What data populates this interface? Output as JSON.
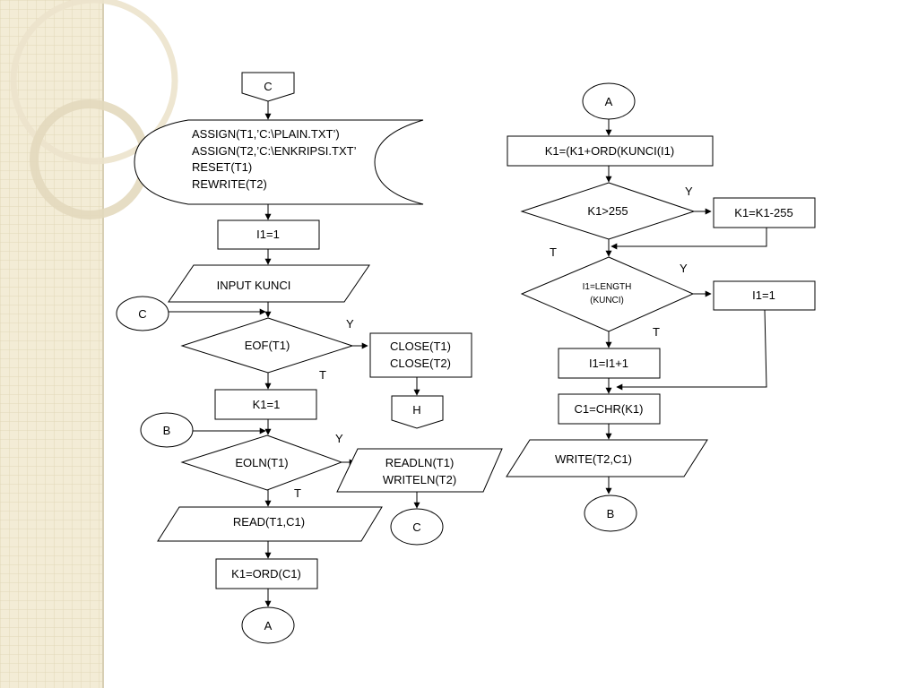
{
  "flowchart": {
    "start_connector": "C",
    "assign_lines": [
      "ASSIGN(T1,’C:\\PLAIN.TXT’)",
      "ASSIGN(T2,’C:\\ENKRIPSI.TXT’",
      "RESET(T1)",
      "REWRITE(T2)"
    ],
    "init_i1": "I1=1",
    "input_kunci": "INPUT KUNCI",
    "connector_c_left": "C",
    "eof_check": "EOF(T1)",
    "label_y1": "Y",
    "label_t1": "T",
    "close_lines": [
      "CLOSE(T1)",
      "CLOSE(T2)"
    ],
    "end_connector": "H",
    "init_k1": "K1=1",
    "connector_b_left": "B",
    "eoln_check": "EOLN(T1)",
    "label_y2": "Y",
    "label_t2": "T",
    "readln_lines": [
      "READLN(T1)",
      "WRITELN(T2)"
    ],
    "connector_c_bottom": "C",
    "read_c1": "READ(T1,C1)",
    "k1_ord": "K1=ORD(C1)",
    "connector_a_bottom": "A",
    "connector_a_top": "A",
    "k1_sum": "K1=(K1+ORD(KUNCI(I1)",
    "k1_gt_check": "K1>255",
    "label_y3": "Y",
    "k1_minus": "K1=K1-255",
    "label_t3": "T",
    "length_check_lines": [
      "I1=LENGTH",
      "(KUNCI)"
    ],
    "label_y4": "Y",
    "reset_i1": "I1=1",
    "label_t4": "T",
    "inc_i1": "I1=I1+1",
    "chr_c1": "C1=CHR(K1)",
    "write_c1": "WRITE(T2,C1)",
    "connector_b_bottom": "B"
  },
  "colors": {
    "background_tile": "#f3ecd6",
    "tile_grid": "#e2d7b8",
    "ring": "#e6dcc2"
  }
}
